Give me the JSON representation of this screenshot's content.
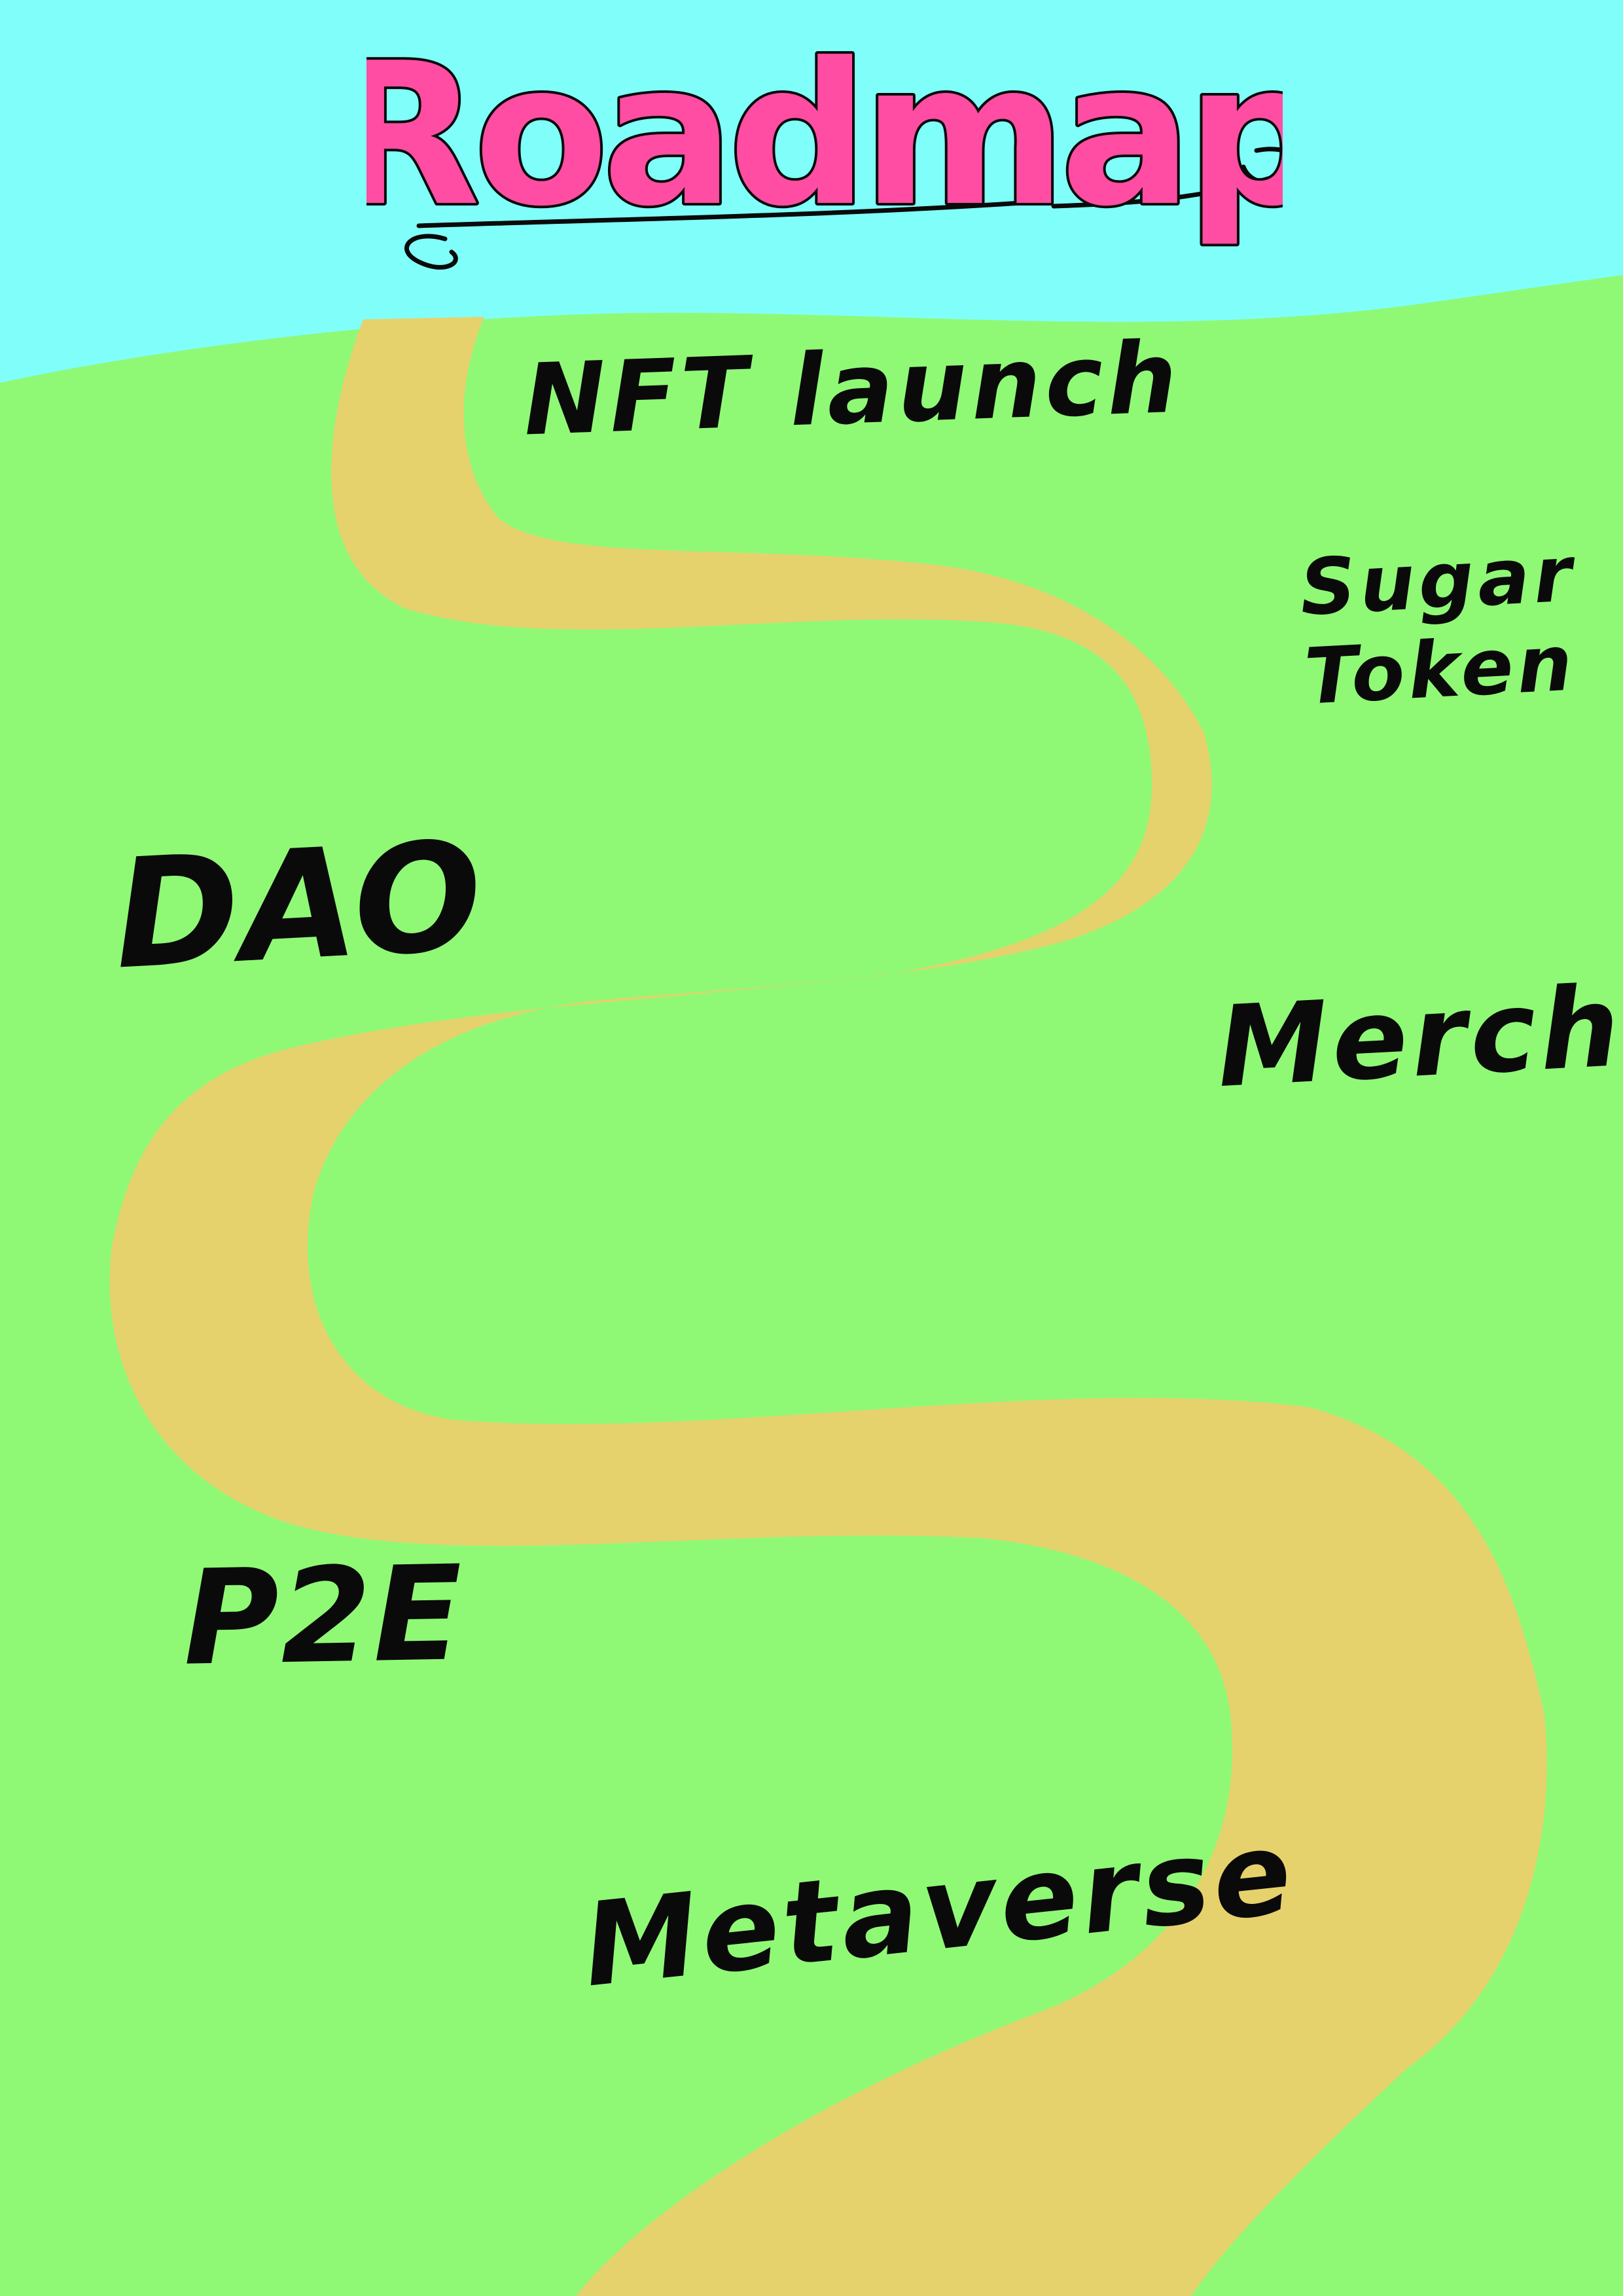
{
  "title": "Roadmap",
  "colors": {
    "sky": "#80fffa",
    "grass": "#8ff976",
    "path": "#e6d26c",
    "title_fill": "#ff4da3",
    "ink": "#0a0a0a"
  },
  "milestones": [
    {
      "label": "NFT launch"
    },
    {
      "label": "Sugar\nToken"
    },
    {
      "label": "DAO"
    },
    {
      "label": "Merch"
    },
    {
      "label": "P2E"
    },
    {
      "label": "Metaverse"
    }
  ]
}
